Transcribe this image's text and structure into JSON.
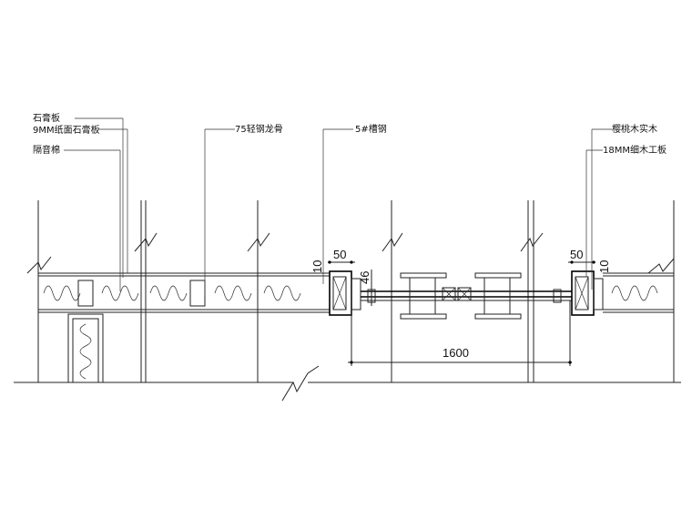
{
  "labels": {
    "gypsum_board": "石膏板",
    "paper_gypsum_9mm": "9MM纸面石膏板",
    "sound_insulation": "隔音棉",
    "light_steel_keel": "75轻钢龙骨",
    "channel_steel": "5#槽钢",
    "cherry_wood": "樱桃木实木",
    "blockboard_18mm": "18MM细木工板"
  },
  "dimensions": {
    "left_width": "50",
    "left_small": "10",
    "height_46": "46",
    "span": "1600",
    "right_width": "50",
    "right_small": "10"
  }
}
